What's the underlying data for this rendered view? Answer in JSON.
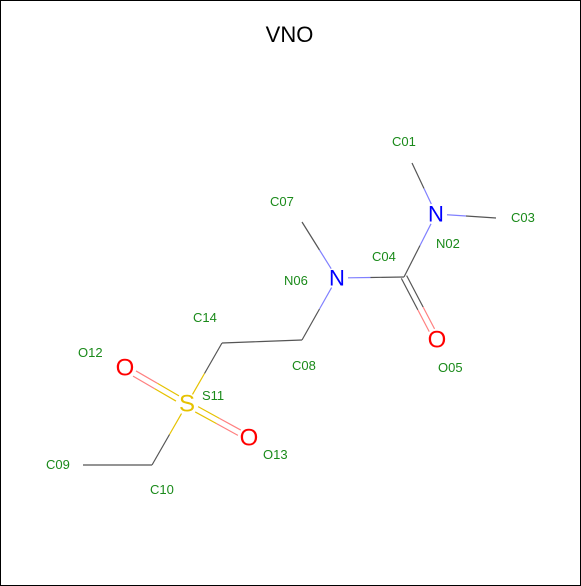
{
  "title": "VNO",
  "colors": {
    "carbon": "#000000",
    "nitrogen": "#0000ff",
    "oxygen": "#ff0000",
    "sulfur": "#e6c200",
    "label": "#1a8a1a",
    "bond_c": "#555555",
    "bond_n": "#8080ff",
    "bond_o": "#ff8080",
    "bond_s": "#e6c200"
  },
  "atoms": [
    {
      "id": "C01",
      "element": "C",
      "label": "C01",
      "show_symbol": false
    },
    {
      "id": "N02",
      "element": "N",
      "label": "N02",
      "show_symbol": true
    },
    {
      "id": "C03",
      "element": "C",
      "label": "C03",
      "show_symbol": false
    },
    {
      "id": "C04",
      "element": "C",
      "label": "C04",
      "show_symbol": false
    },
    {
      "id": "O05",
      "element": "O",
      "label": "O05",
      "show_symbol": true
    },
    {
      "id": "N06",
      "element": "N",
      "label": "N06",
      "show_symbol": true
    },
    {
      "id": "C07",
      "element": "C",
      "label": "C07",
      "show_symbol": false
    },
    {
      "id": "C08",
      "element": "C",
      "label": "C08",
      "show_symbol": false
    },
    {
      "id": "C09",
      "element": "C",
      "label": "C09",
      "show_symbol": false
    },
    {
      "id": "C10",
      "element": "C",
      "label": "C10",
      "show_symbol": false
    },
    {
      "id": "S11",
      "element": "S",
      "label": "S11",
      "show_symbol": true
    },
    {
      "id": "O12",
      "element": "O",
      "label": "O12",
      "show_symbol": true
    },
    {
      "id": "O13",
      "element": "O",
      "label": "O13",
      "show_symbol": true
    },
    {
      "id": "C14",
      "element": "C",
      "label": "C14",
      "show_symbol": false
    }
  ],
  "bonds": [
    {
      "a": "C01",
      "b": "N02",
      "order": 1
    },
    {
      "a": "N02",
      "b": "C03",
      "order": 1
    },
    {
      "a": "N02",
      "b": "C04",
      "order": 1
    },
    {
      "a": "C04",
      "b": "O05",
      "order": 2
    },
    {
      "a": "C04",
      "b": "N06",
      "order": 1
    },
    {
      "a": "N06",
      "b": "C07",
      "order": 1
    },
    {
      "a": "N06",
      "b": "C08",
      "order": 1
    },
    {
      "a": "C08",
      "b": "C14",
      "order": 1
    },
    {
      "a": "C14",
      "b": "S11",
      "order": 1
    },
    {
      "a": "S11",
      "b": "O12",
      "order": 2
    },
    {
      "a": "S11",
      "b": "O13",
      "order": 2
    },
    {
      "a": "S11",
      "b": "C10",
      "order": 1
    },
    {
      "a": "C10",
      "b": "C09",
      "order": 1
    }
  ]
}
